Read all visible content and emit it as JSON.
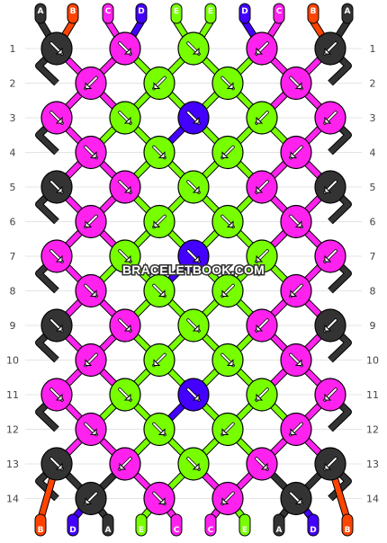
{
  "colors": {
    "A": "#333333",
    "B": "#ff4400",
    "C": "#ff22ee",
    "D": "#4400ff",
    "E": "#77ff00"
  },
  "top_strands": [
    "A",
    "B",
    "C",
    "D",
    "E",
    "E",
    "D",
    "C",
    "B",
    "A"
  ],
  "bottom_strands": [
    "B",
    "D",
    "A",
    "E",
    "C",
    "C",
    "E",
    "A",
    "D",
    "B"
  ],
  "row_numbers": [
    "1",
    "2",
    "3",
    "4",
    "5",
    "6",
    "7",
    "8",
    "9",
    "10",
    "11",
    "12",
    "13",
    "14"
  ],
  "knot_rows": [
    [
      {
        "c": "A",
        "d": "fwd"
      },
      {
        "c": "C",
        "d": "fwd"
      },
      {
        "c": "E",
        "d": "fwd"
      },
      {
        "c": "C",
        "d": "bwd"
      },
      {
        "c": "A",
        "d": "bwd"
      }
    ],
    [
      {
        "c": "C",
        "d": "bwd"
      },
      {
        "c": "E",
        "d": "bwd"
      },
      {
        "c": "E",
        "d": "fwd"
      },
      {
        "c": "C",
        "d": "fwd"
      }
    ],
    [
      {
        "c": "C",
        "d": "fwd"
      },
      {
        "c": "E",
        "d": "fwd"
      },
      {
        "c": "D",
        "d": "fwd"
      },
      {
        "c": "E",
        "d": "bwd"
      },
      {
        "c": "C",
        "d": "bwd"
      }
    ],
    [
      {
        "c": "C",
        "d": "fwd"
      },
      {
        "c": "E",
        "d": "fwd"
      },
      {
        "c": "E",
        "d": "bwd"
      },
      {
        "c": "C",
        "d": "bwd"
      }
    ],
    [
      {
        "c": "A",
        "d": "fwd"
      },
      {
        "c": "C",
        "d": "fwd"
      },
      {
        "c": "E",
        "d": "fwd"
      },
      {
        "c": "C",
        "d": "bwd"
      },
      {
        "c": "A",
        "d": "bwd"
      }
    ],
    [
      {
        "c": "C",
        "d": "bwd"
      },
      {
        "c": "E",
        "d": "bwd"
      },
      {
        "c": "E",
        "d": "fwd"
      },
      {
        "c": "C",
        "d": "fwd"
      }
    ],
    [
      {
        "c": "C",
        "d": "fwd"
      },
      {
        "c": "E",
        "d": "fwd"
      },
      {
        "c": "D",
        "d": "fwd"
      },
      {
        "c": "E",
        "d": "bwd"
      },
      {
        "c": "C",
        "d": "bwd"
      }
    ],
    [
      {
        "c": "C",
        "d": "fwd"
      },
      {
        "c": "E",
        "d": "fwd"
      },
      {
        "c": "E",
        "d": "bwd"
      },
      {
        "c": "C",
        "d": "bwd"
      }
    ],
    [
      {
        "c": "A",
        "d": "fwd"
      },
      {
        "c": "C",
        "d": "fwd"
      },
      {
        "c": "E",
        "d": "fwd"
      },
      {
        "c": "C",
        "d": "bwd"
      },
      {
        "c": "A",
        "d": "bwd"
      }
    ],
    [
      {
        "c": "C",
        "d": "bwd"
      },
      {
        "c": "E",
        "d": "bwd"
      },
      {
        "c": "E",
        "d": "fwd"
      },
      {
        "c": "C",
        "d": "fwd"
      }
    ],
    [
      {
        "c": "C",
        "d": "fwd"
      },
      {
        "c": "E",
        "d": "fwd"
      },
      {
        "c": "D",
        "d": "fwd"
      },
      {
        "c": "E",
        "d": "bwd"
      },
      {
        "c": "C",
        "d": "bwd"
      }
    ],
    [
      {
        "c": "C",
        "d": "fwd"
      },
      {
        "c": "E",
        "d": "fwd"
      },
      {
        "c": "E",
        "d": "bwd"
      },
      {
        "c": "C",
        "d": "bwd"
      }
    ],
    [
      {
        "c": "A",
        "d": "fwd"
      },
      {
        "c": "C",
        "d": "bwd"
      },
      {
        "c": "E",
        "d": "fwd"
      },
      {
        "c": "C",
        "d": "fwd"
      },
      {
        "c": "A",
        "d": "bwd"
      }
    ],
    [
      {
        "c": "A",
        "d": "bwd"
      },
      {
        "c": "C",
        "d": "fwd"
      },
      {
        "c": "C",
        "d": "bwd"
      },
      {
        "c": "A",
        "d": "fwd"
      }
    ]
  ],
  "watermark": "BRACELETBOOK.COM"
}
